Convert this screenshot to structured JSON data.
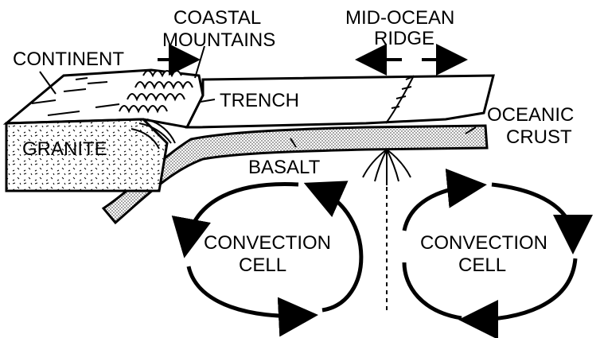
{
  "labels": {
    "coastal_mountains_line1": "COASTAL",
    "coastal_mountains_line2": "MOUNTAINS",
    "mid_ocean_ridge_line1": "MID-OCEAN",
    "mid_ocean_ridge_line2": "RIDGE",
    "continent": "CONTINENT",
    "trench": "TRENCH",
    "oceanic_crust_line1": "OCEANIC",
    "oceanic_crust_line2": "CRUST",
    "granite": "GRANITE",
    "basalt": "BASALT",
    "convection_cell_left_line1": "CONVECTION",
    "convection_cell_left_line2": "CELL",
    "convection_cell_right_line1": "CONVECTION",
    "convection_cell_right_line2": "CELL"
  },
  "colors": {
    "ink": "#000000",
    "basalt_stipple": "#c8c8c8",
    "background": "#ffffff"
  }
}
